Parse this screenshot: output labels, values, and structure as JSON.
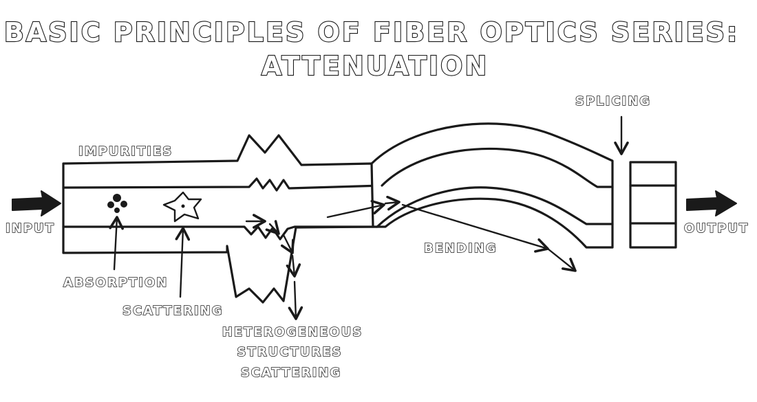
{
  "title": {
    "line1": "BASIC PRINCIPLES OF FIBER OPTICS SERIES:",
    "line2": "ATTENUATION"
  },
  "labels": {
    "impurities": "IMPURITIES",
    "splicing": "SPLICING",
    "input": "INPUT",
    "output": "OUTPUT",
    "absorption": "ABSORPTION",
    "scattering": "SCATTERING",
    "bending": "BENDING",
    "heterogeneous": [
      "HETEROGENEOUS",
      "STRUCTURES",
      "SCATTERING"
    ]
  },
  "colors": {
    "ink": "#1a1a1a",
    "paper": "#ffffff"
  },
  "icons": [
    "input-arrow-icon",
    "output-arrow-icon",
    "absorption-particle-icon",
    "scattering-star-icon"
  ]
}
